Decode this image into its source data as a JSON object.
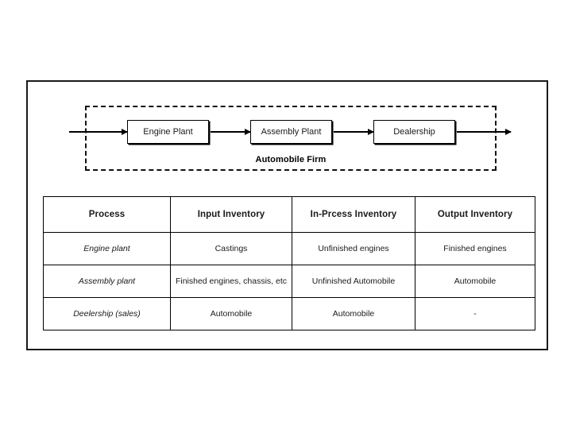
{
  "figure": {
    "flow": {
      "boundary_label": "Automobile Firm",
      "boxes": [
        {
          "label": "Engine Plant"
        },
        {
          "label": "Assembly Plant"
        },
        {
          "label": "Dealership"
        }
      ],
      "arrows": [
        {
          "name": "inflow"
        },
        {
          "name": "engine-to-assembly"
        },
        {
          "name": "assembly-to-dealership"
        },
        {
          "name": "outflow"
        }
      ]
    },
    "table": {
      "headers": [
        "Process",
        "Input Inventory",
        "In-Prcess Inventory",
        "Output Inventory"
      ],
      "rows": [
        {
          "process": "Engine plant",
          "input": "Castings",
          "in_process": "Unfinished engines",
          "output": "Finished engines"
        },
        {
          "process": "Assembly plant",
          "input": "Finished engines, chassis, etc",
          "in_process": "Unfinished Automobile",
          "output": "Automobile"
        },
        {
          "process": "Deelership (sales)",
          "input": "Automobile",
          "in_process": "Automobile",
          "output": "-"
        }
      ]
    }
  }
}
